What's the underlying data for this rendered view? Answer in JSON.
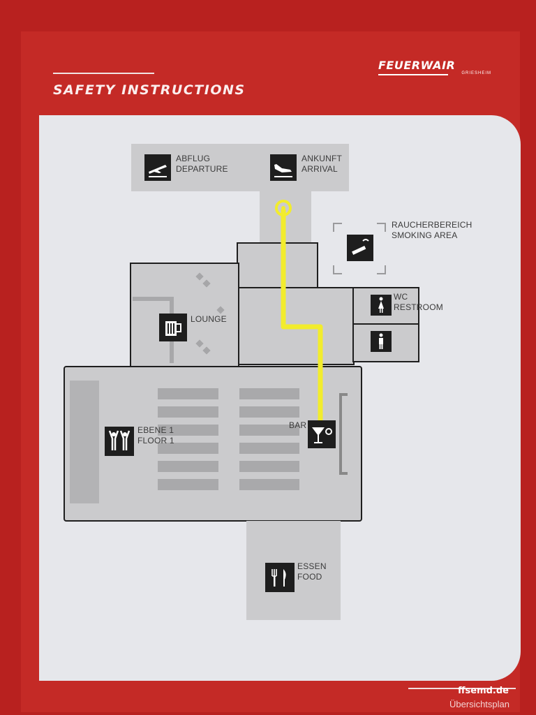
{
  "header": {
    "title": "SAFETY INSTRUCTIONS",
    "logo": {
      "name": "FEUERWAIR",
      "sub": "GRIESHEIM"
    }
  },
  "map": {
    "departure": {
      "line1": "ABFLUG",
      "line2": "DEPARTURE",
      "icon": "departure-icon"
    },
    "arrival": {
      "line1": "ANKUNFT",
      "line2": "ARRIVAL",
      "icon": "arrival-icon"
    },
    "smoking": {
      "line1": "RAUCHERBEREICH",
      "line2": "SMOKING AREA",
      "icon": "cigarette-icon"
    },
    "restroom": {
      "line1": "WC",
      "line2": "RESTROOM",
      "icons": [
        "female-restroom-icon",
        "male-restroom-icon"
      ]
    },
    "lounge": {
      "label": "LOUNGE",
      "icon": "beer-mug-icon"
    },
    "floor": {
      "line1": "EBENE 1",
      "line2": "FLOOR 1",
      "icon": "people-cheering-icon"
    },
    "bar": {
      "label": "BAR",
      "icon": "cocktail-icon"
    },
    "food": {
      "line1": "ESSEN",
      "line2": "FOOD",
      "icon": "fork-knife-icon"
    },
    "route_color": "#f2ec2d",
    "area_color": "#c9c9cb",
    "frame_color": "#1e1e1e"
  },
  "footer": {
    "brand": "ffsemd.de",
    "subtitle": "Übersichtsplan"
  }
}
